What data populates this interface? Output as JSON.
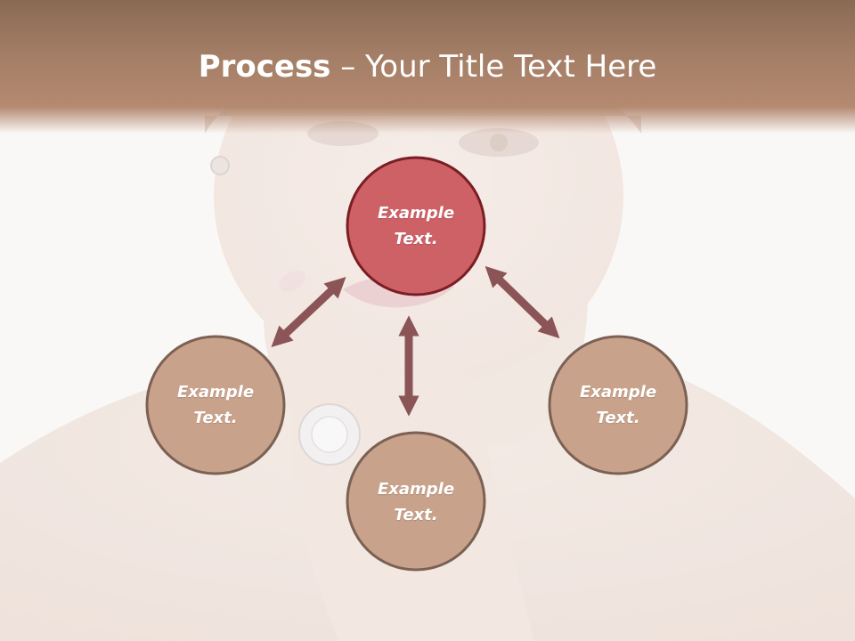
{
  "header": {
    "title_bold": "Process",
    "title_rest": " – Your Title Text Here"
  },
  "colors": {
    "header_brown": "#a37d65",
    "node_fill": "#c9a28b",
    "node_border": "#7b6154",
    "center_fill": "#cd6166",
    "center_border": "#7a1e24",
    "arrow": "#8b5457"
  },
  "diagram": {
    "nodes": [
      {
        "id": "top",
        "line1": "Example",
        "line2": "Text.",
        "highlight": true
      },
      {
        "id": "left",
        "line1": "Example",
        "line2": "Text.",
        "highlight": false
      },
      {
        "id": "bottom",
        "line1": "Example",
        "line2": "Text.",
        "highlight": false
      },
      {
        "id": "right",
        "line1": "Example",
        "line2": "Text.",
        "highlight": false
      }
    ]
  },
  "background": {
    "image": "woman-portrait-with-diamond-ring"
  }
}
